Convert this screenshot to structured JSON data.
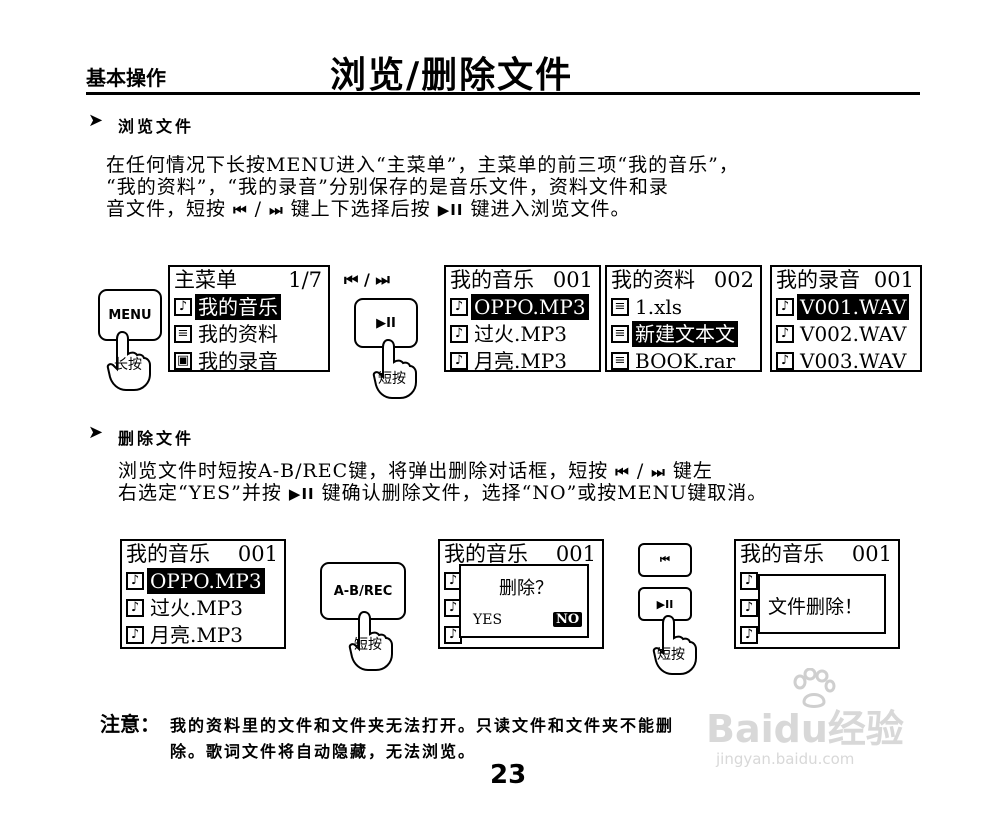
{
  "header": {
    "section": "基本操作",
    "title": "浏览/删除文件"
  },
  "browse": {
    "title": "浏览文件",
    "lines": [
      "在任何情况下长按MENU进入“主菜单”，主菜单的前三项“我的音乐”，",
      "“我的资料”，“我的录音”分别保存的是音乐文件，资料文件和录",
      "音文件，短按"
    ],
    "line3_mid": "键上下选择后按",
    "line3_end": "键进入浏览文件。"
  },
  "symbols": {
    "prev": "⏮",
    "next": "⏭",
    "play": "▶II",
    "slash": "/",
    "prev_next": "⏮ / ⏭"
  },
  "buttons": {
    "menu": "MENU",
    "play": "▶II",
    "abrec": "A-B/REC",
    "prev": "⏮"
  },
  "labels": {
    "long_press": "长按",
    "short_press": "短按"
  },
  "screens": {
    "main_menu": {
      "title": "主菜单",
      "page": "1/7",
      "items": [
        {
          "label": "我的音乐",
          "icon": "music-folder-icon"
        },
        {
          "label": "我的资料",
          "icon": "document-folder-icon"
        },
        {
          "label": "我的录音",
          "icon": "recording-folder-icon"
        }
      ]
    },
    "my_music": {
      "title": "我的音乐",
      "num": "001",
      "items": [
        "OPPO.MP3",
        "过火.MP3",
        "月亮.MP3"
      ]
    },
    "my_docs": {
      "title": "我的资料",
      "num": "002",
      "items": [
        "1.xls",
        "新建文本文",
        "BOOK.rar"
      ]
    },
    "my_recordings": {
      "title": "我的录音",
      "num": "001",
      "items": [
        "V001.WAV",
        "V002.WAV",
        "V003.WAV"
      ]
    }
  },
  "delete": {
    "title": "删除文件",
    "line1": "浏览文件时短按A-B/REC键，将弹出删除对话框，短按",
    "line1_end": "键左",
    "line2a": "右选定“YES”并按",
    "line2b": "键确认删除文件，选择“NO”或按MENU键取消。",
    "dialog_title": "删除？",
    "yes": "YES",
    "no": "NO",
    "deleted": "文件删除！"
  },
  "note": {
    "label": "注意：",
    "line1": "我的资料里的文件和文件夹无法打开。只读文件和文件夹不能删",
    "line2": "除。歌词文件将自动隐藏，无法浏览。"
  },
  "page_number": "23",
  "watermark": {
    "brand": "Baidu经验",
    "url": "jingyan.baidu.com"
  }
}
